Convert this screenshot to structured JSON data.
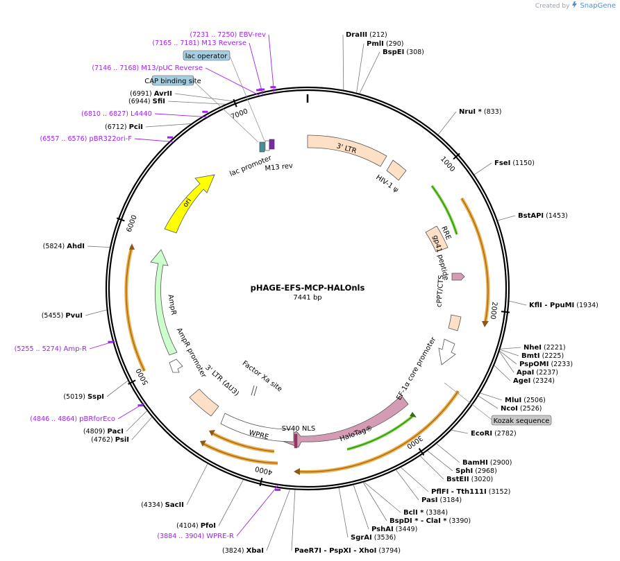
{
  "header": {
    "created_by": "Created by",
    "brand": "SnapGene",
    "logo_icon": "snapgene-logo-icon"
  },
  "plasmid": {
    "name": "pHAGE-EFS-MCP-HALOnls",
    "length": "7441 bp",
    "total_bp": 7441
  },
  "tick_labels": [
    "1000",
    "2000",
    "3000",
    "4000",
    "5000",
    "6000",
    "7000"
  ],
  "enzymes": [
    {
      "name": "DraIII",
      "pos": "(212)"
    },
    {
      "name": "PmlI",
      "pos": "(290)"
    },
    {
      "name": "BspEI",
      "pos": "(308)"
    },
    {
      "name": "NruI *",
      "pos": "(833)"
    },
    {
      "name": "FseI",
      "pos": "(1150)"
    },
    {
      "name": "BstAPI",
      "pos": "(1453)"
    },
    {
      "name": "KflI  - PpuMI",
      "pos": "(1934)"
    },
    {
      "name": "NheI",
      "pos": "(2221)"
    },
    {
      "name": "BmtI",
      "pos": "(2225)"
    },
    {
      "name": "PspOMI",
      "pos": "(2233)"
    },
    {
      "name": "ApaI",
      "pos": "(2237)"
    },
    {
      "name": "AgeI",
      "pos": "(2324)"
    },
    {
      "name": "MluI",
      "pos": "(2506)"
    },
    {
      "name": "NcoI",
      "pos": "(2526)"
    },
    {
      "name": "EcoRI",
      "pos": "(2782)"
    },
    {
      "name": "BamHI",
      "pos": "(2900)"
    },
    {
      "name": "SphI",
      "pos": "(2968)"
    },
    {
      "name": "BstEII",
      "pos": "(3020)"
    },
    {
      "name": "PflFI  - Tth111I",
      "pos": "(3152)"
    },
    {
      "name": "PasI",
      "pos": "(3184)"
    },
    {
      "name": "BclI *",
      "pos": "(3384)"
    },
    {
      "name": "BspDI *  - ClaI *",
      "pos": "(3390)"
    },
    {
      "name": "PshAI",
      "pos": "(3449)"
    },
    {
      "name": "SgrAI",
      "pos": "(3536)"
    },
    {
      "name": "PaeR7I  - PspXI  - XhoI",
      "pos": "(3794)"
    },
    {
      "name": "XbaI",
      "pos": "(3824)"
    },
    {
      "name": "PfoI",
      "pos": "(4104)"
    },
    {
      "name": "SacII",
      "pos": "(4334)"
    },
    {
      "name": "PsiI",
      "pos": "(4762)"
    },
    {
      "name": "PacI",
      "pos": "(4809)"
    },
    {
      "name": "SspI",
      "pos": "(5019)"
    },
    {
      "name": "PvuI",
      "pos": "(5455)"
    },
    {
      "name": "AhdI",
      "pos": "(5824)"
    },
    {
      "name": "PciI",
      "pos": "(6712)"
    },
    {
      "name": "SfiI",
      "pos": "(6944)"
    },
    {
      "name": "AvrII",
      "pos": "(6991)"
    }
  ],
  "primers": [
    {
      "name": "EBV-rev",
      "range": "(7231 .. 7250)"
    },
    {
      "name": "M13 Reverse",
      "range": "(7165 .. 7181)"
    },
    {
      "name": "M13/pUC Reverse",
      "range": "(7146 .. 7168)"
    },
    {
      "name": "L4440",
      "range": "(6810 .. 6827)"
    },
    {
      "name": "pBR322ori-F",
      "range": "(6557 .. 6576)"
    },
    {
      "name": "Amp-R",
      "range": "(5255 .. 5274)"
    },
    {
      "name": "pBRforEco",
      "range": "(4846 .. 4864)"
    },
    {
      "name": "WPRE-R",
      "range": "(3884 .. 3904)"
    }
  ],
  "boxed_features": {
    "lac_operator": "lac operator",
    "cap_binding": "CAP binding site",
    "kozak": "Kozak sequence"
  },
  "features": {
    "ltr3_top": "3' LTR",
    "hiv_psi": "HIV-1 ψ",
    "rre": "RRE",
    "gp41": "gp41 peptide",
    "cppt": "cPPT/CTS",
    "ef1a": "EF-1α core promoter",
    "halotag": "HaloTag®",
    "sv40": "SV40 NLS",
    "wpre": "WPRE",
    "ltr_au3": "3' LTR (ΔU3)",
    "factor_xa": "Factor Xa site",
    "ampr_prom": "AmpR promoter",
    "ampr": "AmpR",
    "ori": "ori",
    "lac_prom": "lac promoter",
    "m13rev": "M13 rev"
  },
  "colors": {
    "primer": "#a020f0",
    "ltr_fill": "#fde0c5",
    "halotag_fill": "#d49bb5",
    "ori_fill": "#ffff00",
    "ampr_fill": "#ccffcc",
    "orange_arc": "#f2a93b",
    "green_arc": "#6ed63a",
    "boxed_fill": "#a5cfe0",
    "kozak_fill": "#c8c8c8"
  }
}
